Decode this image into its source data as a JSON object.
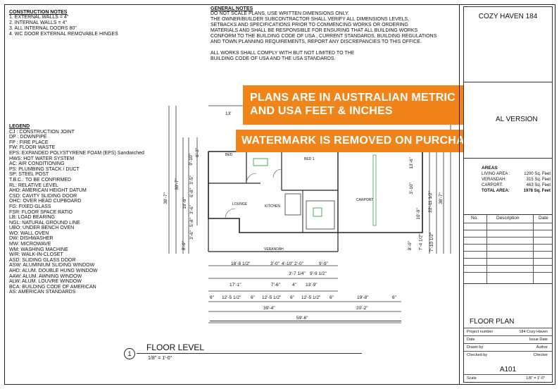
{
  "construction_notes": {
    "title": "CONSTRUCTION NOTES",
    "items": [
      "1. EXTERNAL WALLS = 4\"",
      "2. INTERNAL WALLS = 4\"",
      "3. ALL INTERNAL DOORS 80\"",
      "4. WC DOOR EXTERNAL REMOVABLE HINGES"
    ]
  },
  "general_notes": {
    "title": "GENERAL NOTES",
    "lines": [
      "DO NOT SCALE PLANS, USE WRITTEN DIMENSIONS ONLY.",
      "THE OWNER/BUILDER SUBCONTRACTOR SHALL VERIFY ALL DIMENSIONS LEVELS,",
      "SETBACKS AND SPECIFICATIONS PRIOR TO COMMENCING WORKS OR ORDERING",
      "MATERIALS AND SHALL BE RESPONSIBLE FOR ENSURING THAT ALL BUILDING WORKS",
      "CONFORM TO THE BUILDING CODE OF USA , CURRENT STANDARDS, BUILDING REGULATIONS",
      "AND TOWN PLANNING REQUIREMENTS, REPORT ANY DISCREPANCIES TO THIS OFFICE.",
      "",
      "ALL WORKS SHALL COMPLY WITH BUT NOT LIMITED TO THE",
      "BUILDING CODE OF USA AND THE USA STANDARDS."
    ]
  },
  "legend": {
    "title": "LEGEND",
    "items": [
      "CJ : CONSTRUCTION JOINT",
      "DP : DOWNPIPE",
      "FP : FIRE PLACE",
      "FW: FLOOR WASTE",
      "EPS: EXPANDED POLYSTYRENE FOAM (EPS) Sandwiched",
      "HWS: HOT WATER SYSTEM",
      "AC: AIR CONDITIONING",
      "PS: PLUMBING STACK / DUCT",
      "SP: STEEL POST",
      "T.B.C.: TO BE CONFIRMED",
      "RL: RELATIVE LEVEL",
      "AHD: AMERICAN HEIGHT DATUM",
      "CSD: CAVITY SLIDING DOOR",
      "OHC: OVER HEAD CUPBOARD",
      "FG: FIXED GLASS",
      "FSR: FLOOR SPACE RATIO",
      "LB: LOAD BEARING",
      "NGL: NATURAL GROUND LINE",
      "UBO: UNDER BENCH OVEN",
      "WO: WALL OVEN",
      "DW: DISHWASHER",
      "MW: MICROWAVE",
      "WM: WASHING MACHINE",
      "W/R: WALK-IN-CLOSET",
      "ASD: SLIDING GLASS DOOR",
      "ASW: ALUMINIUM SLIDING WINDOW",
      "AHD: ALUM. DOUBLE HUNG WINDOW",
      "AAW: ALUM. AWNING WINDOW",
      "ALW: ALUM. LOUVRE WINDOW",
      "BCA: BUILDING CODE OF AMERICAN",
      "AS: AMERICAN STANDARDS"
    ]
  },
  "watermark": {
    "line1": "PLANS ARE IN AUSTRALIAN METRIC",
    "line2": "AND USA FEET  & INCHES",
    "line3": "WATERMARK IS REMOVED ON PURCHASE"
  },
  "plan": {
    "rooms": {
      "bed": "BED",
      "bed1": "BED 1",
      "lounge": "LOUNGE",
      "kitchen": "KITCHEN",
      "carport": "CARPORT",
      "verandah": "VERANDAH"
    },
    "left_dims": [
      "38'-7\"",
      "30'-7\"",
      "19'-9\"",
      "8'-0\""
    ],
    "left_small": [
      "9'-10\"",
      "6'-3\"",
      "3'-5\"",
      "6'-8\"",
      "3'-6\"",
      "5'-8\"",
      "3'-6\""
    ],
    "right_dims": [
      "38'-7\"",
      "22'-11 1/2\"",
      "7'-10 1/2\""
    ],
    "right_small": [
      "13'-6\"",
      "3'-10\"",
      "10'-9\"",
      "7'-4 1/2\"",
      "8'-0\""
    ],
    "bottom_row1": [
      "18'-8 1/2\"",
      "3'-0\"",
      "4'-10\"",
      "2'-0\"",
      "9'-9\""
    ],
    "bottom_row2": [
      "3'-7 1/4\"",
      "9'-9 1/2\""
    ],
    "bottom_row3": [
      "17'-1\"",
      "7'-6\"",
      "4\"",
      "13'-9\""
    ],
    "bottom_row4": [
      "6\"",
      "12'-5 1/2\"",
      "6\"",
      "12'-5 1/2\"",
      "6\"",
      "12'-5 1/2\"",
      "6\"",
      "19'-8\"",
      "6\""
    ],
    "bottom_row5": [
      "39'-4\"",
      "20'-2\""
    ],
    "bottom_total": "59'-6\"",
    "top_dim": "13'"
  },
  "floor_level": {
    "number": "1",
    "title": "FLOOR LEVEL",
    "scale": "1/8\" = 1'-0\""
  },
  "title_block": {
    "project_name": "COZY HAVEN 184",
    "version_text": "AL VERSION",
    "areas_title": "AREAS",
    "areas": [
      {
        "label": "LIVING AREA :",
        "value": "1200 Sq. Feet"
      },
      {
        "label": "VERANDAH:",
        "value": "315 Sq. Feet"
      },
      {
        "label": "CARPORT:",
        "value": "463 Sq. Feet"
      },
      {
        "label": "TOTAL AREA:",
        "value": "1978 Sq. Feet"
      }
    ],
    "rev_headers": {
      "no": "No.",
      "desc": "Description",
      "date": "Date"
    },
    "sheet_title": "FLOOR PLAN",
    "fields": [
      {
        "label": "Project number",
        "value": "184 Cozy Haven"
      },
      {
        "label": "Date",
        "value": "Issue Date"
      },
      {
        "label": "Drawn by",
        "value": "Author"
      },
      {
        "label": "Checked by",
        "value": "Checker"
      }
    ],
    "sheet_number": "A101",
    "scale_label": "Scale",
    "scale_value": "1/8\" = 1'-0\""
  },
  "colors": {
    "accent": "#f08418",
    "line": "#222222"
  }
}
